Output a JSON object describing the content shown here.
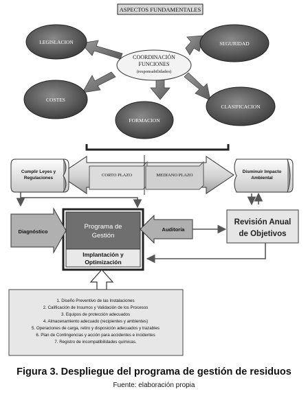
{
  "top": {
    "title": "ASPECTOS FUNDAMENTALES",
    "center": [
      "COORDINACIÓN",
      "FUNCIONES",
      "(responsabilidades)"
    ],
    "nodes": {
      "legislacion": "LEGISLACION",
      "seguridad": "SEGURIDAD",
      "costes": "COSTES",
      "formacion": "FORMACION",
      "clasificacion": "CLASIFICACION"
    }
  },
  "middle": {
    "cumplir": [
      "Cumplir Leyes y",
      "Regulaciones"
    ],
    "corto": "CORTO PLAZO",
    "mediano": "MEDIANO PLAZO",
    "disminuir": [
      "Disminuir Impacto",
      "Ambiental"
    ]
  },
  "bottom": {
    "diagnostico": "Diagnóstico",
    "programa": [
      "Programa de",
      "Gestión"
    ],
    "implantacion": [
      "Implantación y",
      "Optimización"
    ],
    "auditoria": "Auditoría",
    "revision": [
      "Revisión Anual",
      "de Objetivos"
    ]
  },
  "list": [
    "1.    Diseño Preventivo de las Instalaciones",
    "2.    Calificación de Insumos y Validación de los  Procesos",
    "3.    Equipos de protección adecuados",
    "4.    Almacenamiento adecuado (recipientes y ambientes)",
    "5.    Operaciones de carga, retiro y disposición adecuados y trazables",
    "6.    Plan de Contingencias y acción para accidentes e incidentes",
    "7.    Registro de incompatibilidades químicas."
  ],
  "caption": "Figura 3. Despliegue del programa de gestión de residuos",
  "source": "Fuente: elaboración propia"
}
